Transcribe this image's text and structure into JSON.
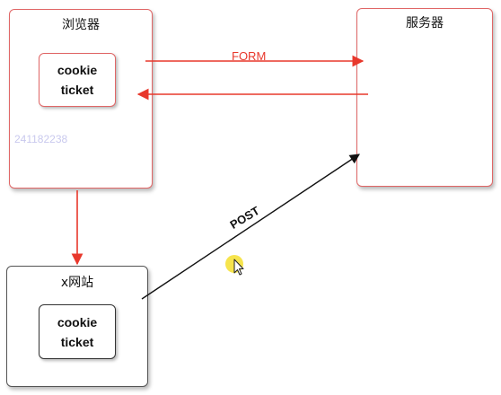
{
  "browser": {
    "title": "浏览器",
    "cookie_label": "cookie",
    "ticket_label": "ticket",
    "watermark": "241182238"
  },
  "server": {
    "title": "服务器"
  },
  "site": {
    "title": "x网站",
    "cookie_label": "cookie",
    "ticket_label": "ticket"
  },
  "arrows": {
    "form_label": "FORM",
    "post_label": "POST"
  },
  "colors": {
    "red": "#e8382c",
    "dark": "#111111",
    "highlight": "#f5e13a"
  },
  "icons": {
    "cursor": "mouse-pointer-icon"
  }
}
